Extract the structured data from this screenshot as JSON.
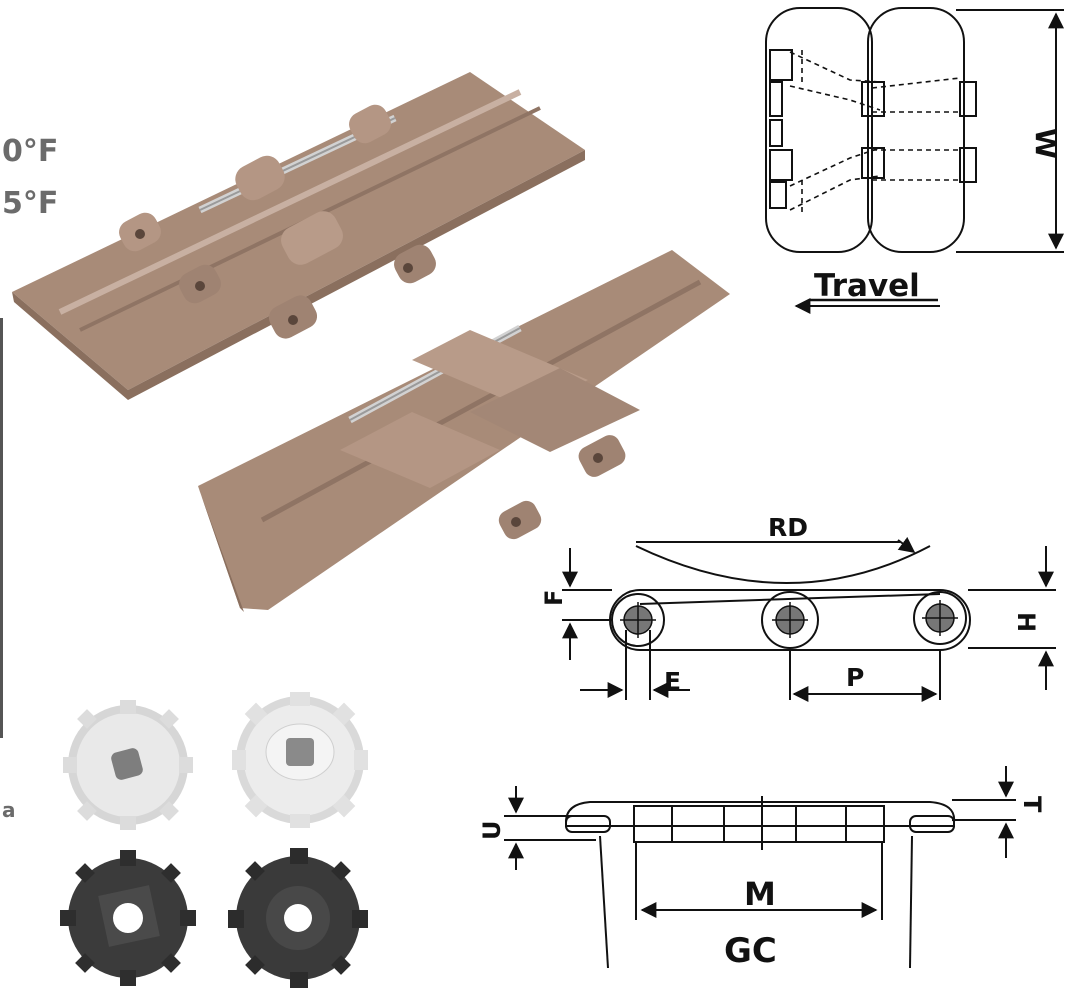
{
  "fragments": {
    "temp_line1": "0°F",
    "temp_line2": "5°F",
    "side_letter": "a"
  },
  "labels": {
    "width": "W",
    "travel": "Travel",
    "rd": "RD",
    "f": "F",
    "h": "H",
    "e": "E",
    "p": "P",
    "u": "U",
    "t": "T",
    "m": "M",
    "gc": "GC"
  },
  "colors": {
    "chain_tan": "#a88b78",
    "chain_shadow": "#8a6f5e",
    "chain_light": "#c2a898",
    "sprocket_white": "#e7e7e7",
    "sprocket_dark": "#3a3a3a",
    "line": "#111111"
  }
}
